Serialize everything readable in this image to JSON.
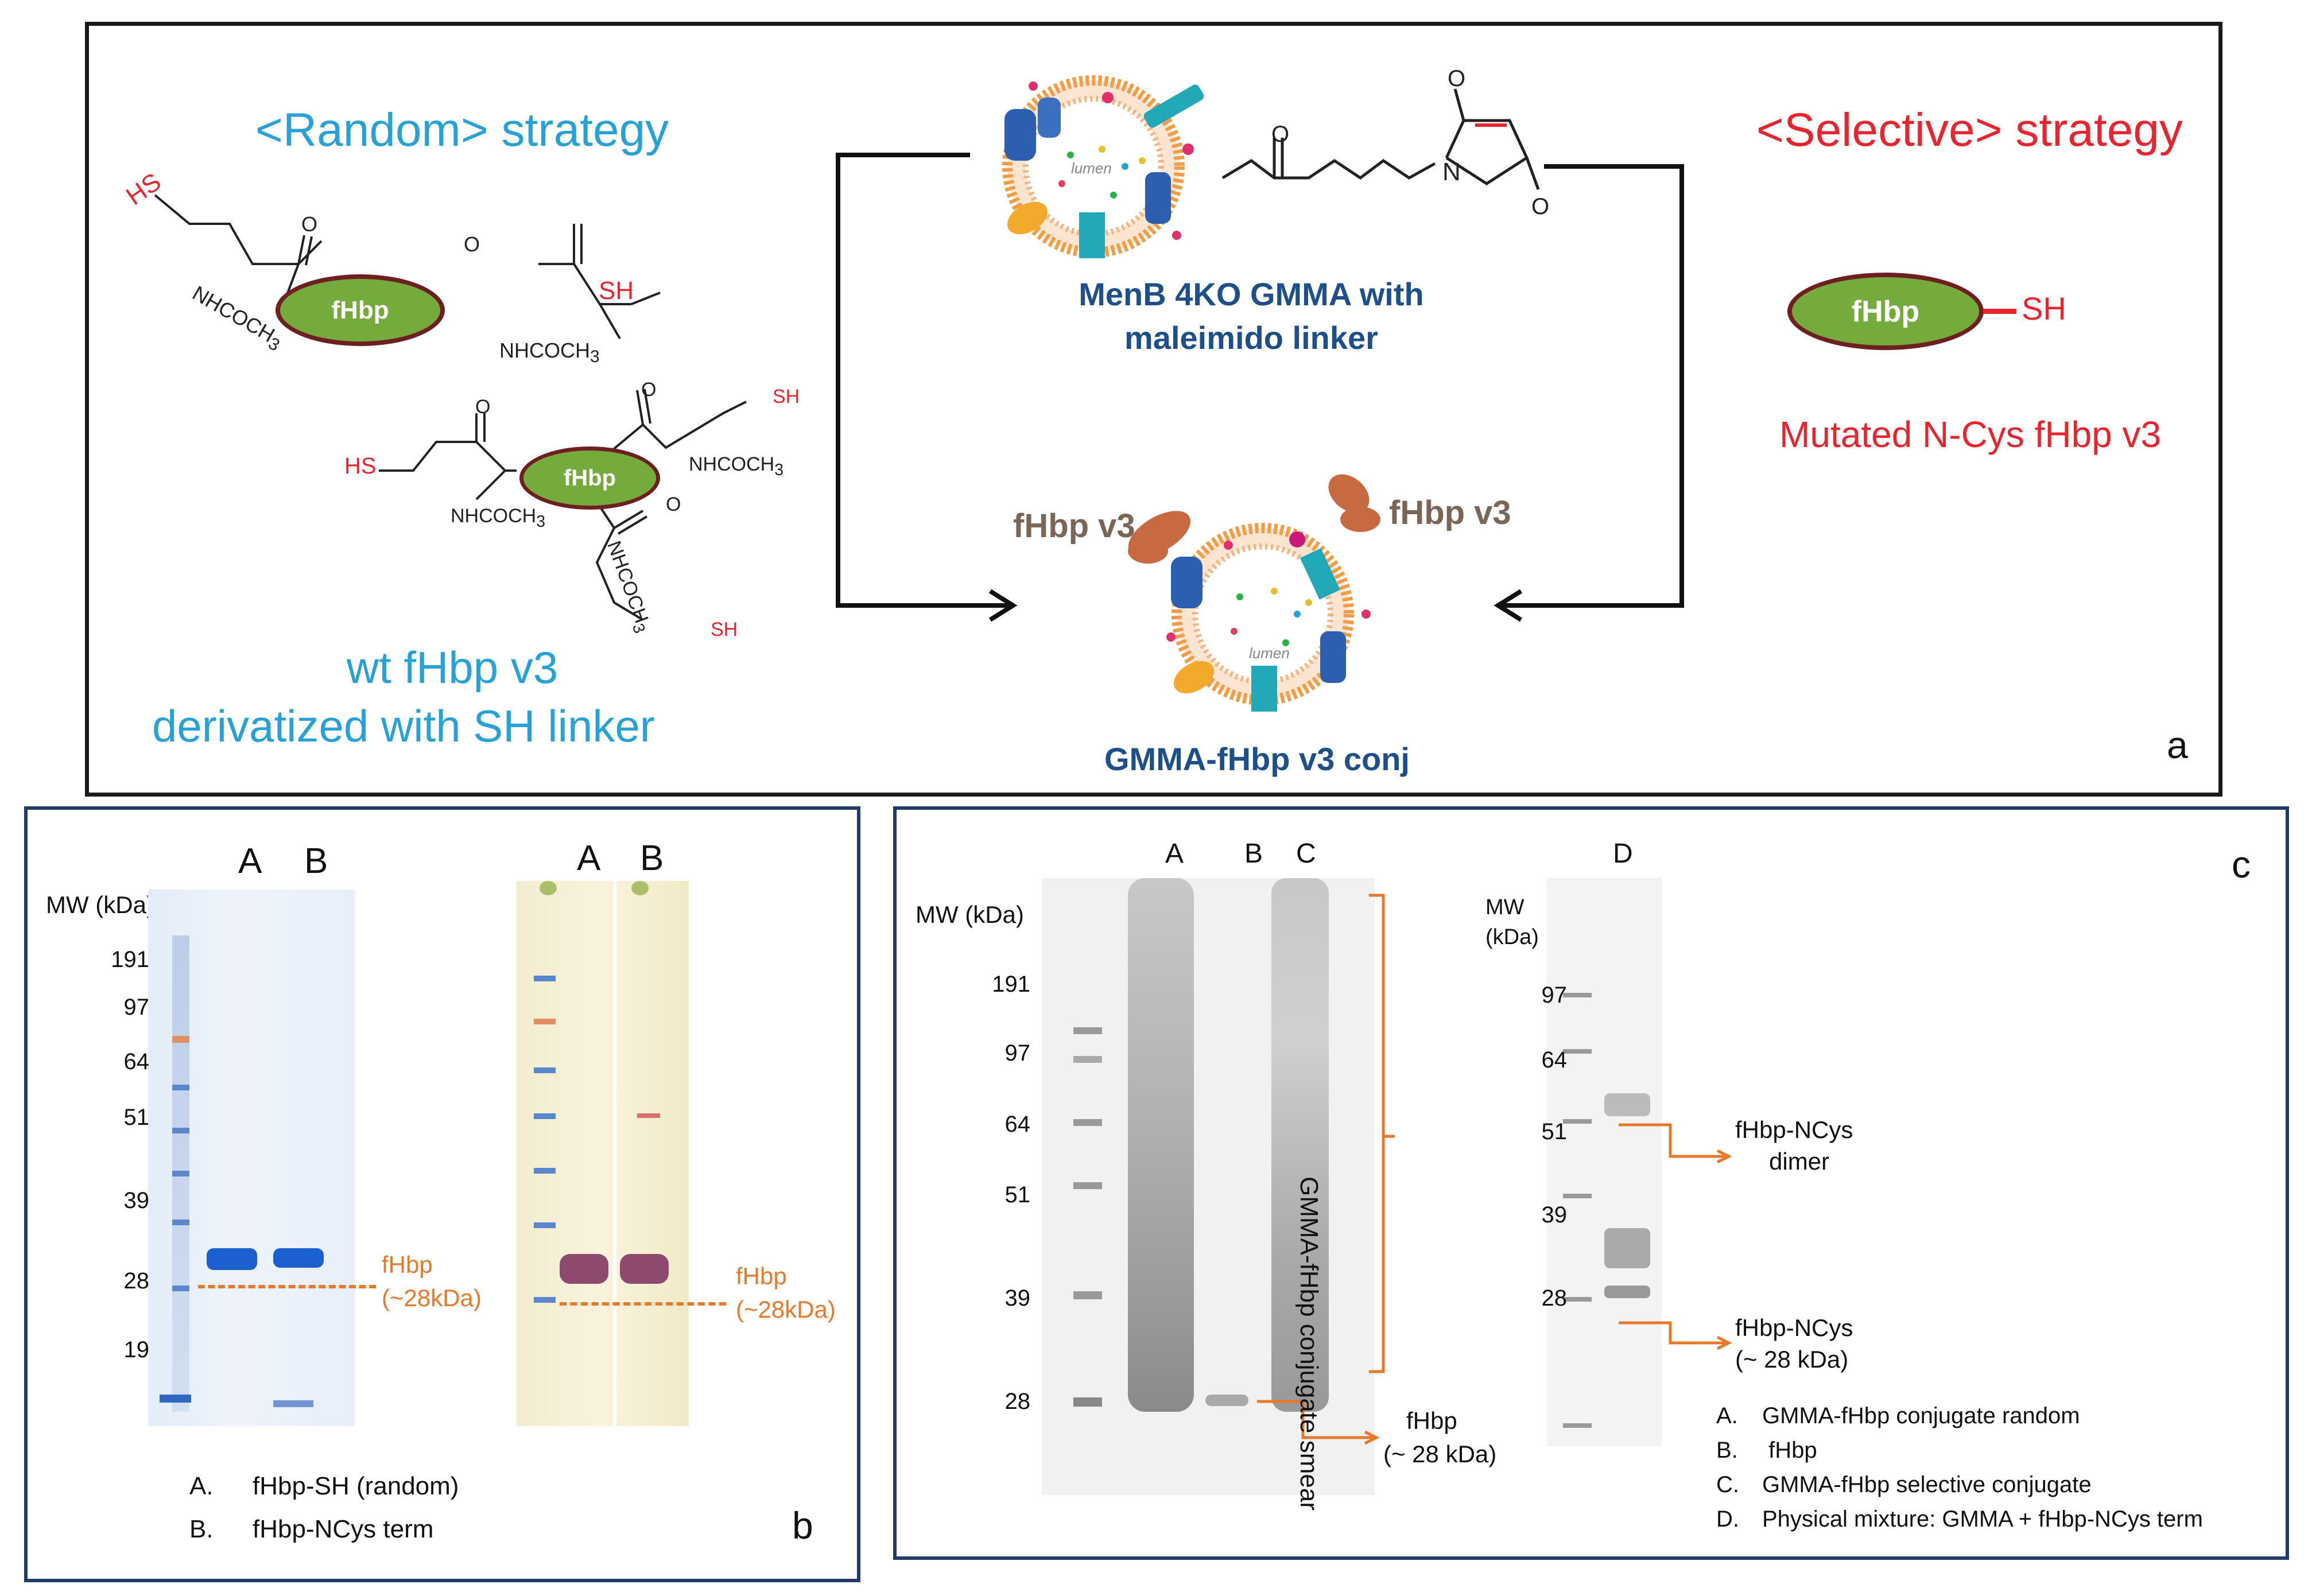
{
  "panel_a": {
    "random_title": "<Random> strategy",
    "selective_title": "<Selective> strategy",
    "gmma_caption_line1": "MenB  4KO GMMA with",
    "gmma_caption_line2": "maleimido linker",
    "conj_caption": "GMMA-fHbp  v3 conj",
    "fhbp_v3_left": "fHbp v3",
    "fhbp_v3_right": "fHbp v3",
    "wt_line1": "wt fHbp v3",
    "wt_line2": "derivatized with SH linker",
    "mutated_label": "Mutated N-Cys fHbp v3",
    "fhbp": "fHbp",
    "sh": "SH",
    "hs": "HS",
    "nhcoch3": "NHCOCH",
    "sub3": "3",
    "o": "O",
    "lumen": "lumen",
    "n": "N",
    "panel_letter": "a"
  },
  "panel_b": {
    "lane_a": "A",
    "lane_b": "B",
    "mw_header": "MW (kDa)",
    "mw_markers": [
      "191",
      "97",
      "64",
      "51",
      "39",
      "28",
      "19"
    ],
    "band_label_line1": "fHbp",
    "band_label_line2": "(~28kDa)",
    "legend_a_key": "A.",
    "legend_a_text": "fHbp-SH (random)",
    "legend_b_key": "B.",
    "legend_b_text": "fHbp-NCys term",
    "panel_letter": "b"
  },
  "panel_c": {
    "lanes": [
      "A",
      "B",
      "C"
    ],
    "lane_d": "D",
    "mw_header": "MW (kDa)",
    "mw_markers_main": [
      "191",
      "97",
      "64",
      "51",
      "39",
      "28"
    ],
    "mw_header_d_line1": "MW",
    "mw_header_d_line2": "(kDa)",
    "mw_markers_d": [
      "97",
      "64",
      "51",
      "39",
      "28"
    ],
    "smear_label": "GMMA-fHbp conjugate smear",
    "fhbp_label_line1": "fHbp",
    "fhbp_label_line2": "(~ 28 kDa)",
    "dimer_line1": "fHbp-NCys",
    "dimer_line2": "dimer",
    "ncys_line1": "fHbp-NCys",
    "ncys_line2": "(~ 28 kDa)",
    "legend": [
      {
        "key": "A.",
        "text": "GMMA-fHbp conjugate random"
      },
      {
        "key": "B.",
        "text": " fHbp"
      },
      {
        "key": "C.",
        "text": "GMMA-fHbp selective conjugate"
      },
      {
        "key": "D.",
        "text": "Physical mixture: GMMA + fHbp-NCys term"
      }
    ],
    "panel_letter": "c"
  },
  "colors": {
    "random_blue": "#27a1d6",
    "selective_red": "#e8252e",
    "caption_navy": "#1d4f8a",
    "fhbp_green": "#75ab3c",
    "annotation_orange": "#e8782a",
    "panel_border": "#1f3b66"
  }
}
